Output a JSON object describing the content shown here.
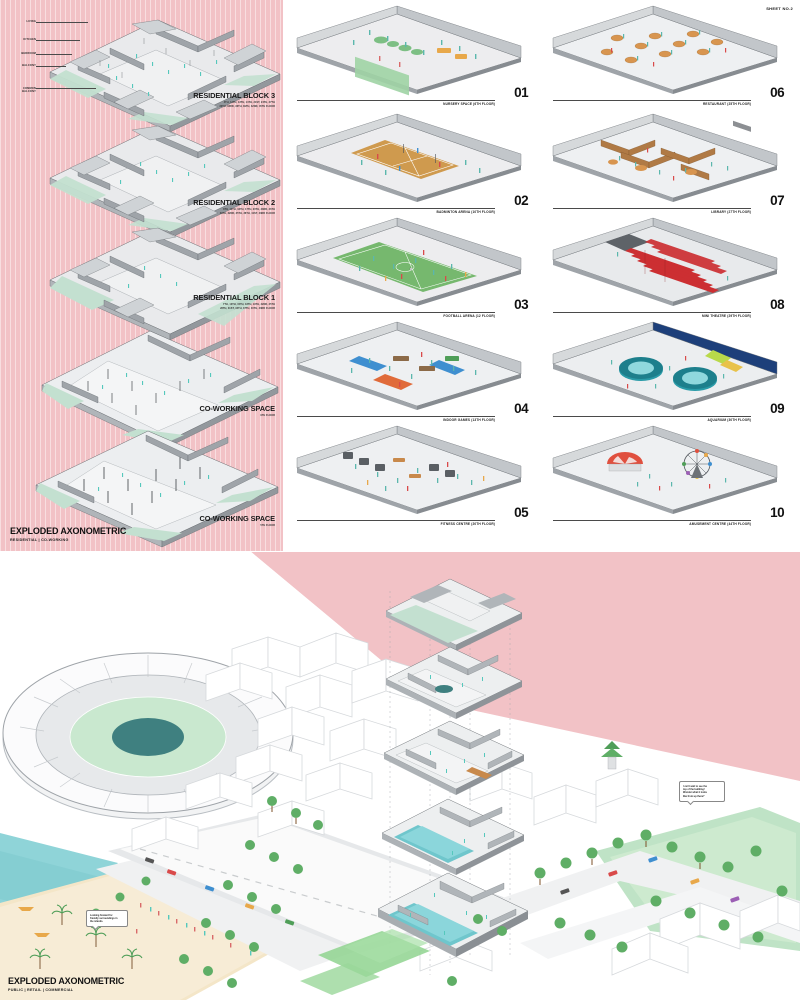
{
  "sheet": {
    "number": "SHEET NO.2"
  },
  "colors": {
    "pink": "#f2c2c6",
    "mint": "#c8e2d4",
    "grey_dark": "#7d8287",
    "grey_mid": "#b9bec3",
    "grey_light": "#e2e4e6",
    "water": "#8fd4d8",
    "sand": "#f2e3c4",
    "green": "#bfe3c6",
    "ink": "#1a1a1a"
  },
  "top_panel": {
    "title": "EXPLODED AXONOMETRIC",
    "subtitle": "RESIDENTIAL | CO-WORKING",
    "leaders": [
      {
        "label": "LIVING",
        "line": 52
      },
      {
        "label": "KITCHEN",
        "line": 44
      },
      {
        "label": "BEDROOM",
        "line": 36
      },
      {
        "label": "BALCONY",
        "line": 30
      },
      {
        "label": "COMMON\nBALCONY",
        "line": 60
      }
    ],
    "blocks": [
      {
        "name": "RESIDENTIAL BLOCK 3",
        "floors_line1": "4TH, 12TH, 13TH, 14TH, 21ST, 24TH, 27TH",
        "floors_line2": "30TH, 33RD, 36TH, 39TH, 42ND, 45TH FLOOR"
      },
      {
        "name": "RESIDENTIAL BLOCK 2",
        "floors_line1": "8TH, 11TH, 16TH, 17TH, 20TH, 23RD, 26TH",
        "floors_line2": "29TH, 32ND, 35TH, 38TH, 41ST, 43RD FLOOR"
      },
      {
        "name": "RESIDENTIAL BLOCK 1",
        "floors_line1": "7TH, 10TH, 15TH, 18TH, 19TH, 22ND, 25TH",
        "floors_line2": "28TH, 31ST, 34TH, 37TH, 40TH, 43RD FLOOR"
      },
      {
        "name": "CO-WORKING SPACE",
        "floors_line1": "9TH FLOOR",
        "floors_line2": ""
      },
      {
        "name": "CO-WORKING SPACE",
        "floors_line1": "5TH FLOOR",
        "floors_line2": ""
      }
    ]
  },
  "amenities": [
    {
      "num": "01",
      "caption": "NURSERY SPACE (6TH FLOOR)",
      "theme": "nursery"
    },
    {
      "num": "02",
      "caption": "BADMINTON ARENA (10TH FLOOR)",
      "theme": "badminton"
    },
    {
      "num": "03",
      "caption": "FOOTBALL ARENA (12 FLOOR)",
      "theme": "football"
    },
    {
      "num": "04",
      "caption": "INDOOR GAMES (13TH FLOOR)",
      "theme": "indoor"
    },
    {
      "num": "05",
      "caption": "FITNESS CENTRE (20TH FLOOR)",
      "theme": "fitness"
    },
    {
      "num": "06",
      "caption": "RESTAURANT (25TH FLOOR)",
      "theme": "restaurant"
    },
    {
      "num": "07",
      "caption": "LIBRARY (27TH FLOOR)",
      "theme": "library"
    },
    {
      "num": "08",
      "caption": "MINI THEATRE (29TH FLOOR)",
      "theme": "theatre"
    },
    {
      "num": "09",
      "caption": "AQUARIUM (30TH FLOOR)",
      "theme": "aquarium"
    },
    {
      "num": "10",
      "caption": "AMUSEMENT CENTRE (44TH FLOOR)",
      "theme": "amusement"
    }
  ],
  "bottom_panel": {
    "title": "EXPLODED AXONOMETRIC",
    "subtitle": "PUBLIC | RETAIL | COMMERCIAL",
    "bubbles": [
      {
        "text": "Looking forward for\nfriendly surroundings in\nthe islands."
      },
      {
        "text": "I can't wait to see the\ntop of the building!\nWonder what it looks\nlike from up there?"
      }
    ]
  }
}
